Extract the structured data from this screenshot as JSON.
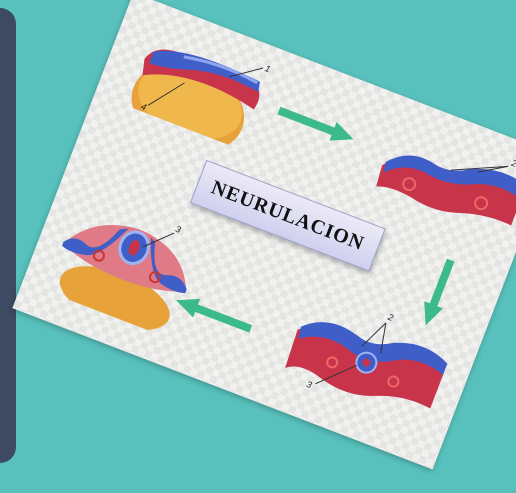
{
  "diagram": {
    "title": "NEURULACION",
    "labels": {
      "stage1_top": "1",
      "stage1_bottom": "4",
      "stage2": "2",
      "stage3_top": "2",
      "stage3_bottom": "3",
      "stage4": "3"
    },
    "colors": {
      "background": "#58c1bd",
      "side_panel": "#3d4a62",
      "arrow": "#3dba8c",
      "neural_blue": "#3f5ec8",
      "tissue_red": "#c8344a",
      "yolk_orange": "#e8a23a"
    }
  }
}
